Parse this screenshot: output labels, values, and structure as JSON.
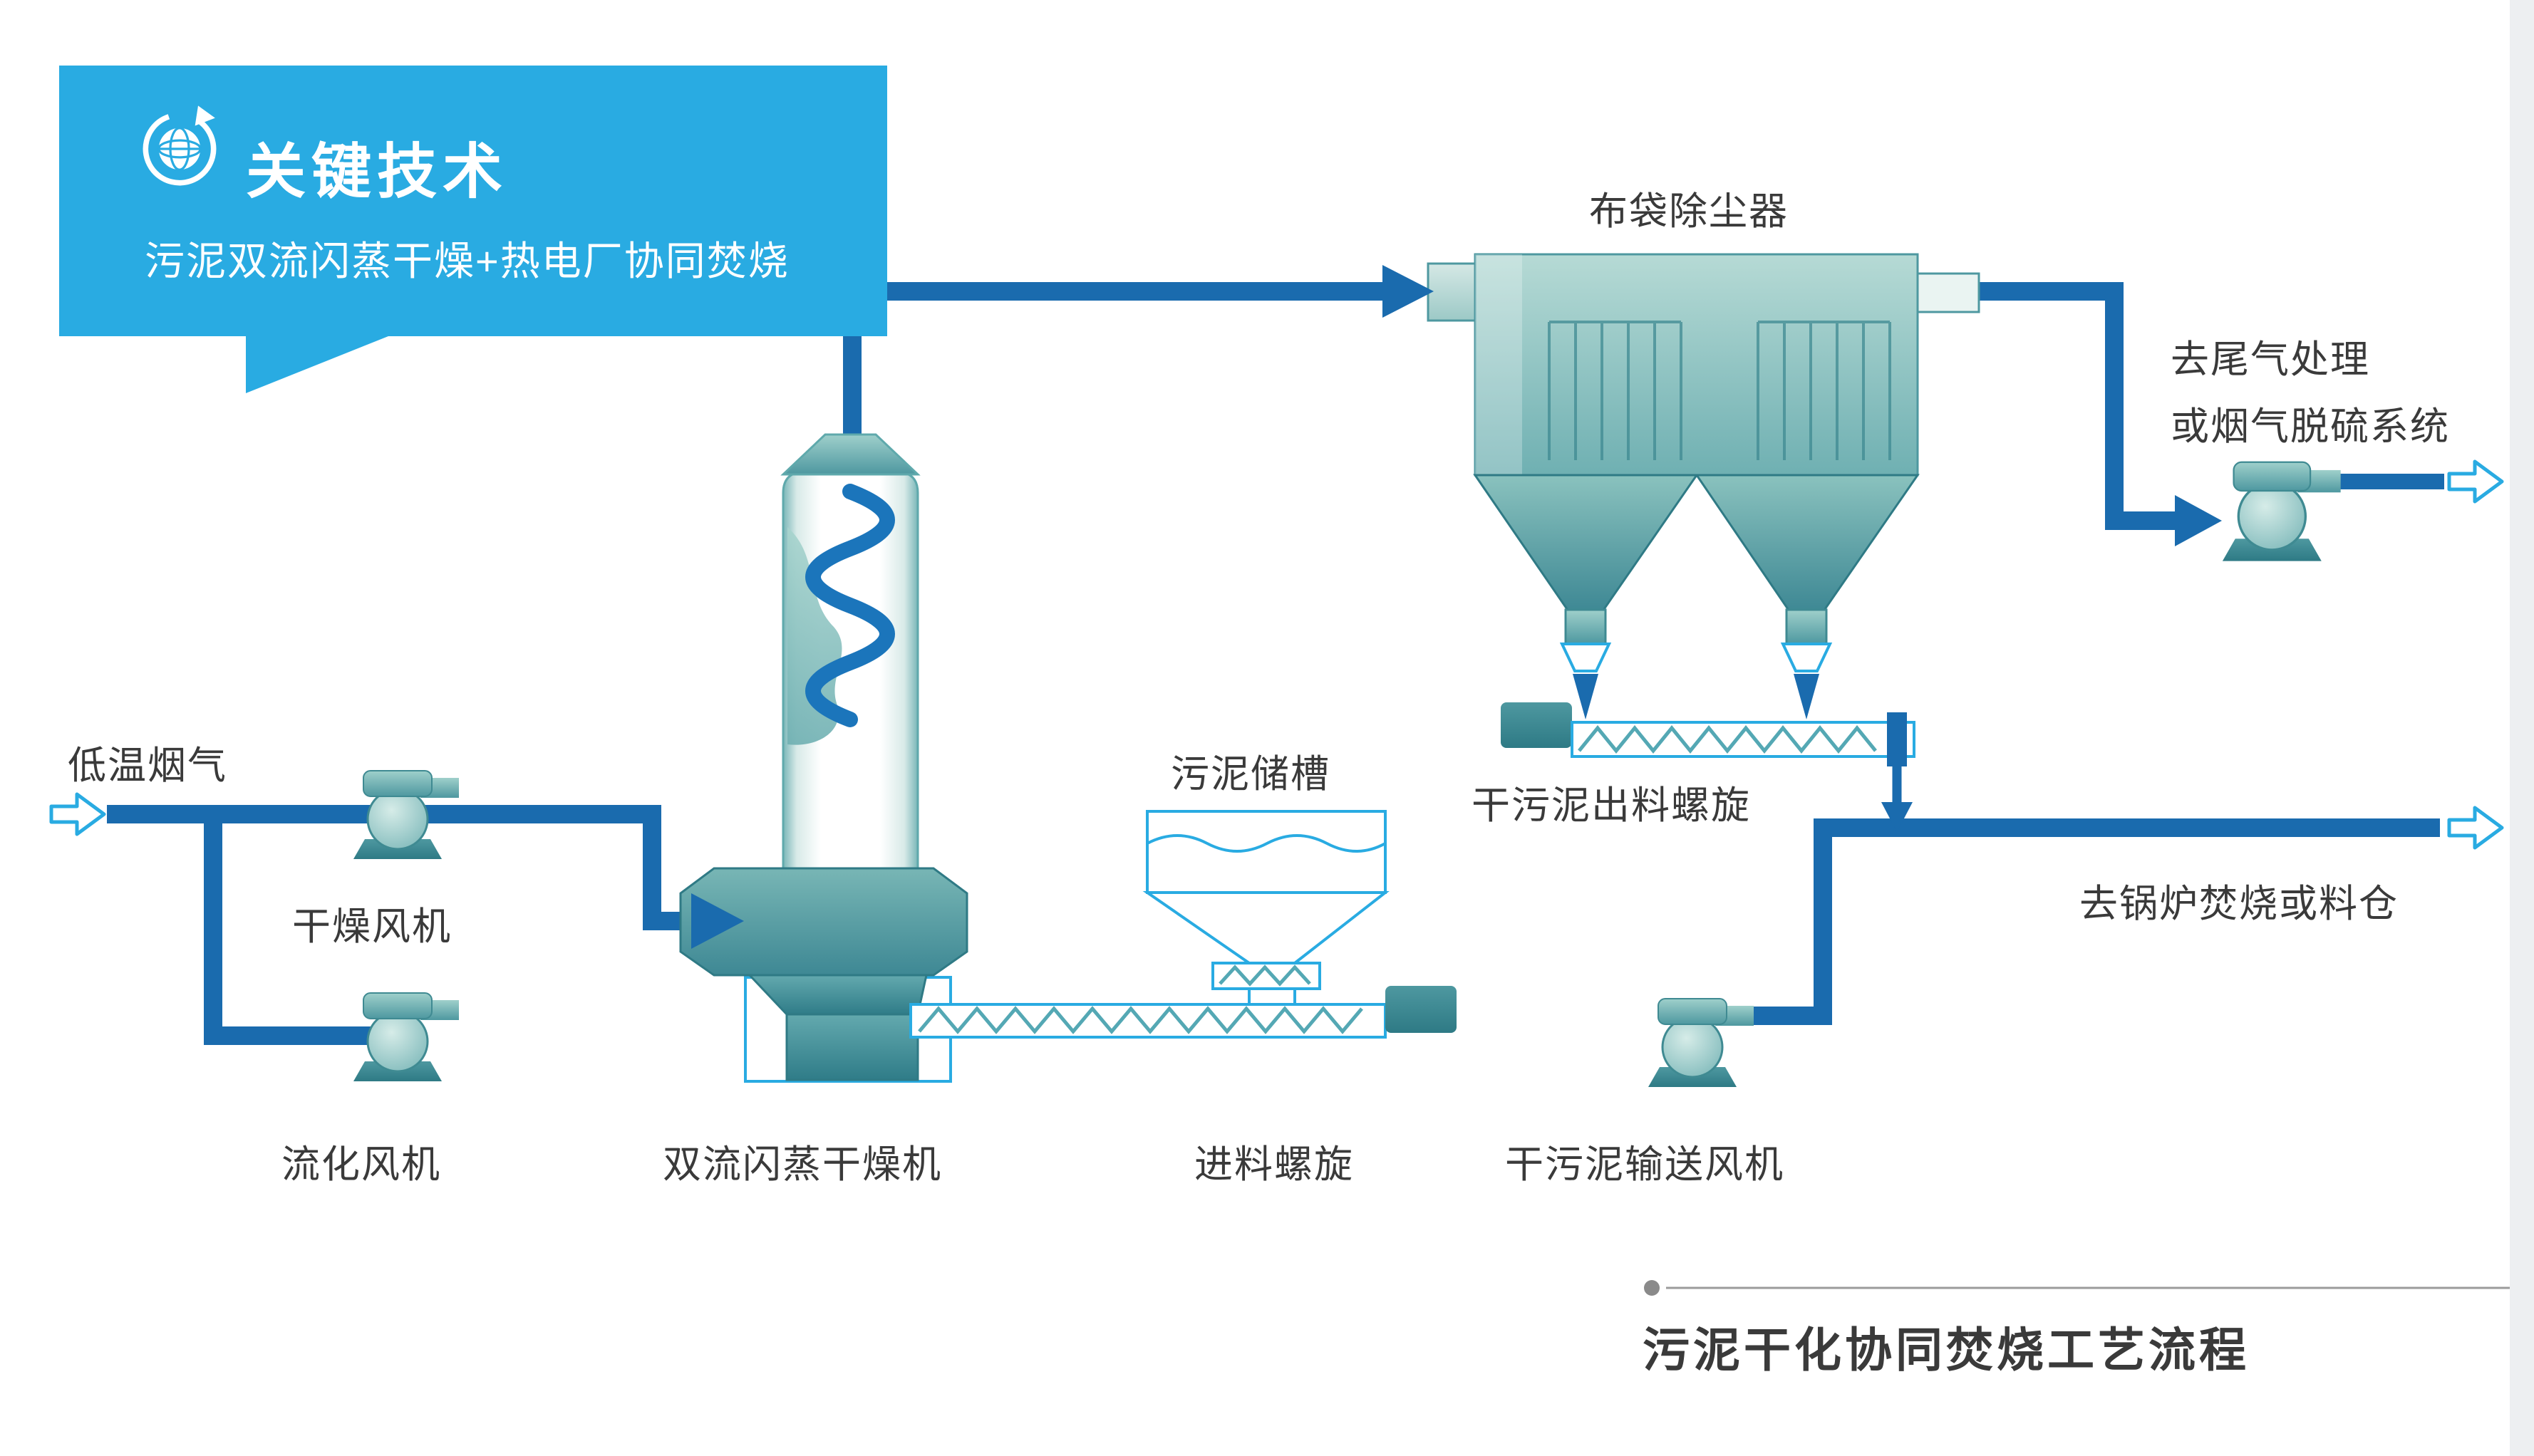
{
  "banner": {
    "title": "关键技术",
    "subtitle": "污泥双流闪蒸干燥+热电厂协同焚烧",
    "icon": "globe-refresh-icon"
  },
  "labels": {
    "flue_gas": "低温烟气",
    "drying_fan": "干燥风机",
    "fluidizing_fan": "流化风机",
    "dryer": "双流闪蒸干燥机",
    "sludge_tank": "污泥储槽",
    "feed_screw": "进料螺旋",
    "baghouse": "布袋除尘器",
    "discharge_screw": "干污泥出料螺旋",
    "conveying_fan": "干污泥输送风机",
    "tail_gas_line1": "去尾气处理",
    "tail_gas_line2": "或烟气脱硫系统",
    "to_boiler": "去锅炉焚烧或料仓"
  },
  "caption": {
    "text": "污泥干化协同焚烧工艺流程"
  },
  "colors": {
    "banner": "#29ABE2",
    "pipe": "#1A6BAE",
    "outline": "#29ABE2",
    "spiral": "#1B75BB",
    "teal": "#5FA8AD",
    "teal_dark": "#2F7A85",
    "teal_light": "#9ED0CB",
    "text": "#3A3A3A",
    "caption_line": "#9B9B9B"
  }
}
